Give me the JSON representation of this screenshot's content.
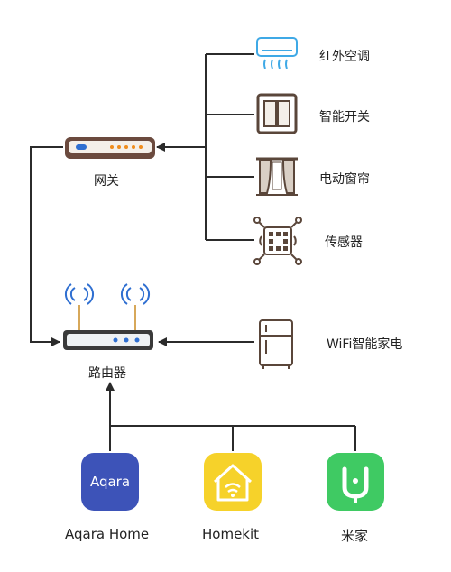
{
  "gateway": {
    "label": "网关"
  },
  "router": {
    "label": "路由器"
  },
  "devices": [
    {
      "id": "ac",
      "label": "红外空调",
      "icon": "air-conditioner-icon"
    },
    {
      "id": "switch",
      "label": "智能开关",
      "icon": "smart-switch-icon"
    },
    {
      "id": "curtain",
      "label": "电动窗帘",
      "icon": "curtain-icon"
    },
    {
      "id": "sensor",
      "label": "传感器",
      "icon": "sensor-icon"
    }
  ],
  "wifi_device": {
    "label": "WiFi智能家电",
    "icon": "refrigerator-icon"
  },
  "apps": [
    {
      "id": "aqara",
      "label": "Aqara Home",
      "icon": "aqara-app-icon",
      "logo_text": "Aqara",
      "color": "#3d53b8"
    },
    {
      "id": "homekit",
      "label": "Homekit",
      "icon": "homekit-app-icon",
      "color": "#f6d22a"
    },
    {
      "id": "mijia",
      "label": "米家",
      "icon": "mijia-app-icon",
      "color": "#3fca63"
    }
  ],
  "colors": {
    "line": "#2b2b2b",
    "device_stroke": "#5a463a",
    "router_body": "#3a3a3a",
    "gateway_body": "#6b4a3e",
    "ac_accent": "#3fa9e6",
    "wifi_signal": "#2f6fd1"
  }
}
